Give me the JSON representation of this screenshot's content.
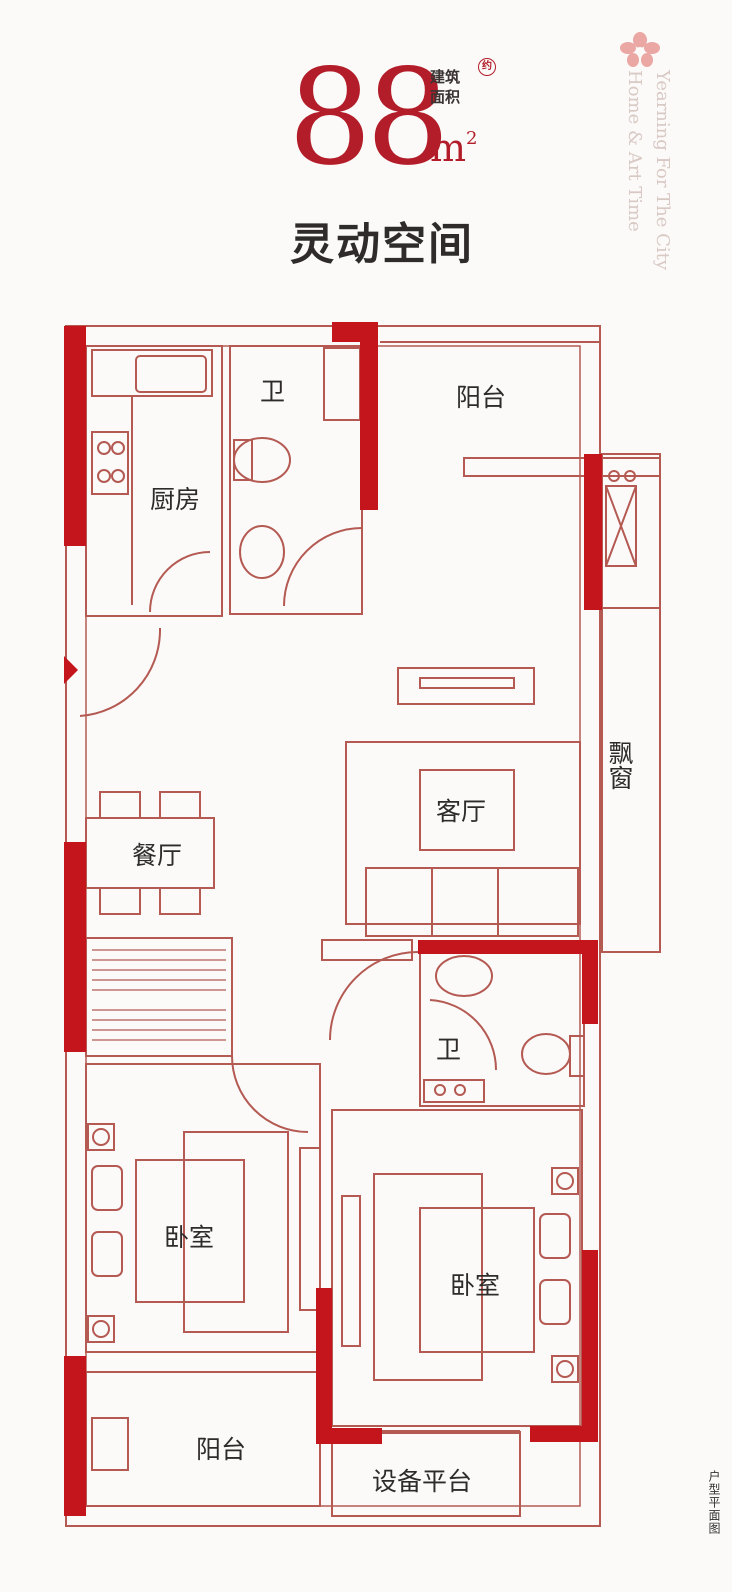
{
  "header": {
    "area_number": "88",
    "area_label_line1": "建筑",
    "area_label_line2": "面积",
    "area_label_mark": "约",
    "area_unit": "m",
    "area_unit_sup": "2",
    "slogan": "灵动空间",
    "english_text": "Yearning For The City Home & Art Time",
    "vertical_caption": "户型平面图"
  },
  "rooms": {
    "bathroom_top": "卫",
    "kitchen": "厨房",
    "balcony_top": "阳台",
    "bay_window": "飘窗",
    "living_room": "客厅",
    "dining_room": "餐厅",
    "bathroom_mid": "卫",
    "bedroom_left": "卧室",
    "bedroom_right": "卧室",
    "balcony_bottom": "阳台",
    "equipment_platform": "设备平台"
  },
  "colors": {
    "wall_accent": "#c4151c",
    "line": "#b45a53",
    "text": "#2f2b2b"
  }
}
